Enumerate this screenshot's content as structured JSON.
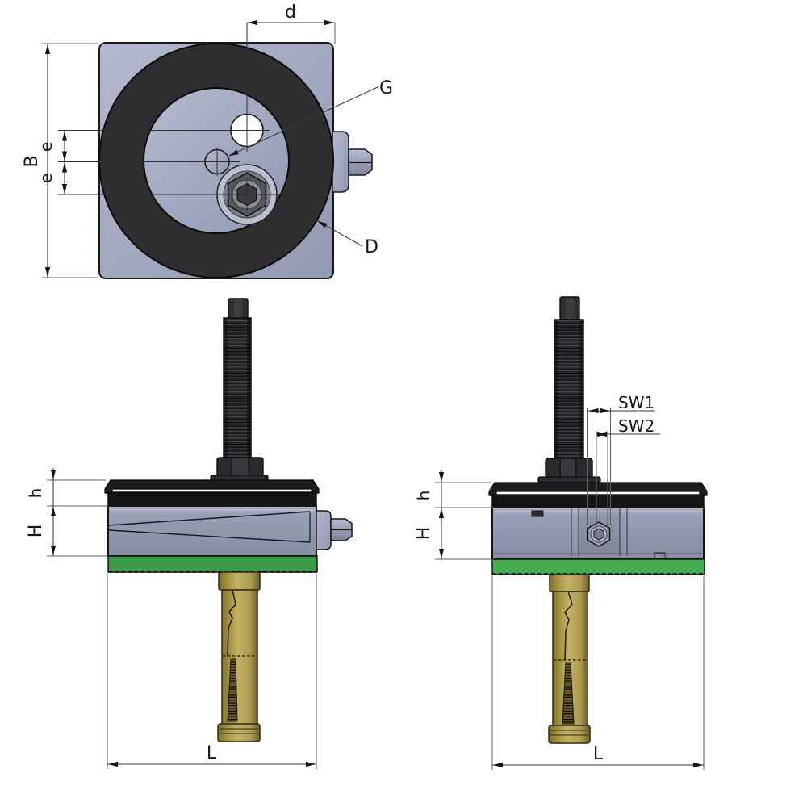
{
  "drawing": {
    "type": "technical-drawing-machine-foot-with-anchor",
    "views": {
      "top": {
        "labels": {
          "d": "d",
          "B": "B",
          "e_upper": "e",
          "e_lower": "e",
          "G": "G",
          "D": "D"
        }
      },
      "front": {
        "labels": {
          "h": "h",
          "H": "H",
          "L": "L"
        }
      },
      "side": {
        "labels": {
          "SW1": "SW1",
          "SW2": "SW2",
          "h": "h",
          "H": "H",
          "L": "L"
        }
      }
    },
    "colors": {
      "plate": "#a6abc4",
      "plate_light": "#b4b9cf",
      "plate_dark": "#9298b2",
      "ring": "#2e2e31",
      "black_part": "#1b1b1e",
      "body_gray": "#989eb5",
      "green_front": "#3a9a46",
      "green_side": "#44ab50",
      "washer_green": "#3e8e45",
      "brass": "#ad9c4f",
      "brass_dark": "#7c6e31",
      "brass_light": "#c3b264",
      "white_hole": "#ffffff",
      "dim_line": "#3a3a3a",
      "text": "#161616"
    }
  }
}
